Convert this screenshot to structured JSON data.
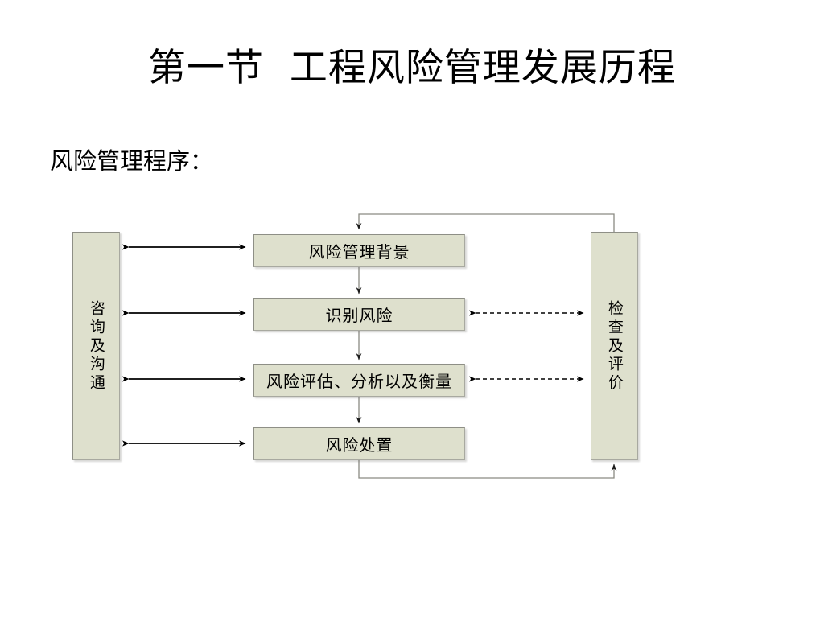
{
  "slide": {
    "title": "第一节  工程风险管理发展历程",
    "subtitle": "风险管理程序："
  },
  "diagram": {
    "name": "risk-management-process-flowchart",
    "center_nodes": [
      {
        "id": "context",
        "label": "风险管理背景"
      },
      {
        "id": "identify",
        "label": "识别风险"
      },
      {
        "id": "assess",
        "label": "风险评估、分析以及衡量"
      },
      {
        "id": "treat",
        "label": "风险处置"
      }
    ],
    "left_node": {
      "id": "consult",
      "label": "咨询及沟通"
    },
    "right_node": {
      "id": "review",
      "label": "检查及评价"
    },
    "connectors": [
      {
        "id": "flow-context-to-identify",
        "style": "solid",
        "arrow": "down"
      },
      {
        "id": "flow-identify-to-assess",
        "style": "solid",
        "arrow": "down"
      },
      {
        "id": "flow-assess-to-treat",
        "style": "solid",
        "arrow": "down"
      },
      {
        "id": "consult-context",
        "style": "solid",
        "arrow": "both"
      },
      {
        "id": "consult-identify",
        "style": "solid",
        "arrow": "both"
      },
      {
        "id": "consult-assess",
        "style": "solid",
        "arrow": "both"
      },
      {
        "id": "consult-treat",
        "style": "solid",
        "arrow": "both"
      },
      {
        "id": "review-identify",
        "style": "dashed",
        "arrow": "both"
      },
      {
        "id": "review-assess",
        "style": "dashed",
        "arrow": "both"
      },
      {
        "id": "review-top-feedback",
        "style": "solid",
        "arrow": "down"
      },
      {
        "id": "review-bottom-feedback",
        "style": "solid",
        "arrow": "up"
      }
    ],
    "colors": {
      "node_fill": "#dee0cd",
      "node_border": "#a8a9a0",
      "connector_solid": "#000000",
      "connector_thin": "#8a8a82",
      "background": "#ffffff",
      "text": "#000000"
    }
  }
}
